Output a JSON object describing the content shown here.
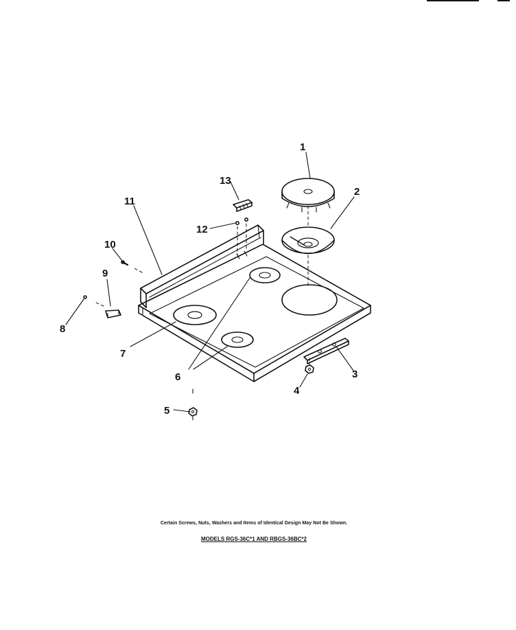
{
  "diagram": {
    "callouts": [
      {
        "id": "1",
        "label": "1"
      },
      {
        "id": "2",
        "label": "2"
      },
      {
        "id": "3",
        "label": "3"
      },
      {
        "id": "4",
        "label": "4"
      },
      {
        "id": "5",
        "label": "5"
      },
      {
        "id": "6",
        "label": "6"
      },
      {
        "id": "7",
        "label": "7"
      },
      {
        "id": "8",
        "label": "8"
      },
      {
        "id": "9",
        "label": "9"
      },
      {
        "id": "10",
        "label": "10"
      },
      {
        "id": "11",
        "label": "11"
      },
      {
        "id": "12",
        "label": "12"
      },
      {
        "id": "13",
        "label": "13"
      }
    ],
    "note": "Certain Screws, Nuts, Washers and Items of Identical Design May Not Be Shown.",
    "models": "MODELS RGS-36C*1 AND RBGS-36BC*2"
  }
}
